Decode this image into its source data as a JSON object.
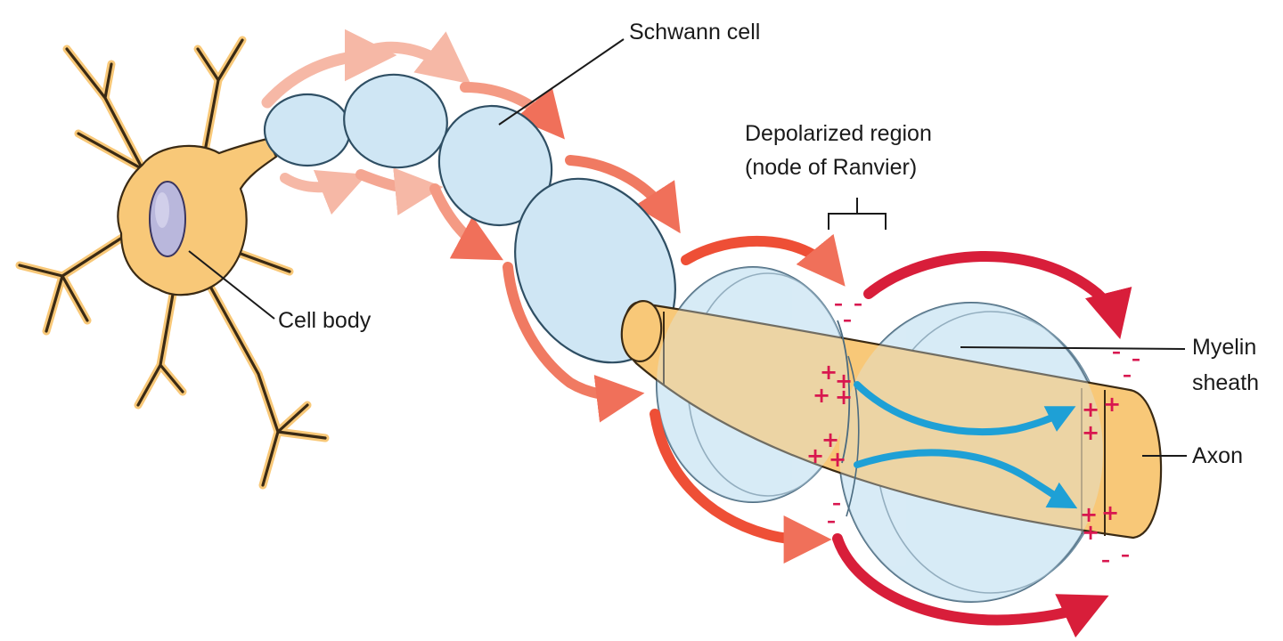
{
  "labels": {
    "schwann_cell": "Schwann cell",
    "depolarized_region_line1": "Depolarized region",
    "depolarized_region_line2": "(node of Ranvier)",
    "cell_body": "Cell body",
    "myelin_sheath_line1": "Myelin",
    "myelin_sheath_line2": "sheath",
    "axon": "Axon"
  },
  "colors": {
    "axon_fill": "#f8c878",
    "myelin_fill": "#cfe6f4",
    "nucleus_fill": "#b9b7dc",
    "current_arrow_outer": "#d81e3a",
    "current_arrow_faded": "#f6b8a6",
    "internal_current_arrow": "#1ea0d6",
    "charge_signs": "#d8174f"
  },
  "charge_symbols": {
    "positive": "+",
    "negative": "–"
  }
}
